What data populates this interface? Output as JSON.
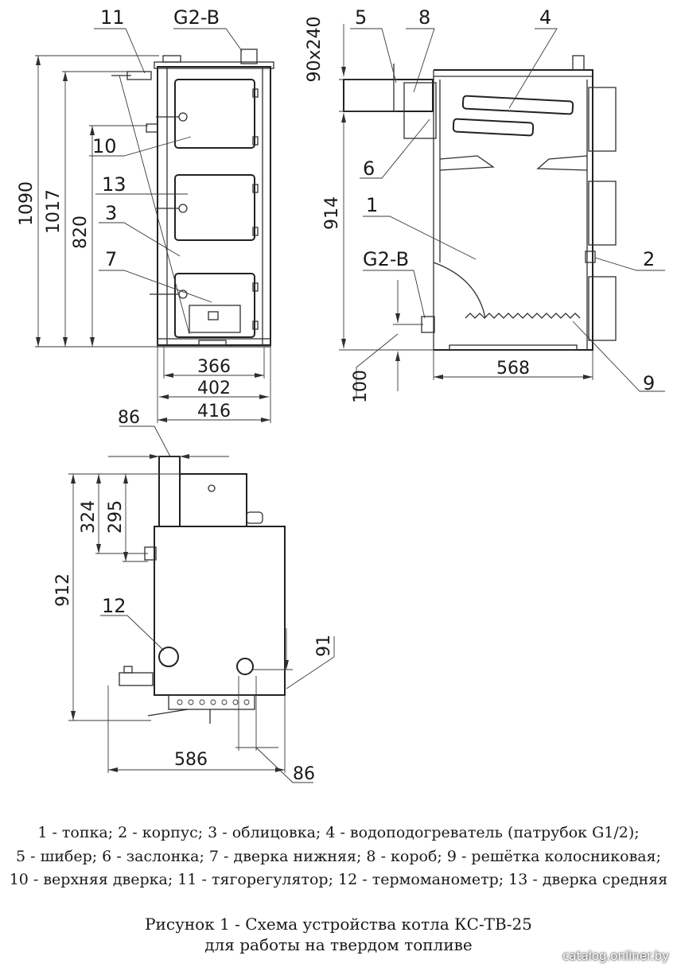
{
  "front_view": {
    "callouts": {
      "c11": "11",
      "g2b": "G2-B",
      "c10": "10",
      "c13": "13",
      "c3": "3",
      "c7": "7"
    },
    "dims": {
      "h1090": "1090",
      "h1017": "1017",
      "h820": "820",
      "w366": "366",
      "w402": "402",
      "w416": "416"
    }
  },
  "section_view": {
    "callouts": {
      "c5": "5",
      "c8": "8",
      "c4": "4",
      "c6": "6",
      "c1": "1",
      "g2b": "G2-B",
      "c2": "2",
      "c9": "9"
    },
    "dims": {
      "flue": "90x240",
      "h914": "914",
      "h100": "100",
      "w568": "568"
    }
  },
  "side_view": {
    "callouts": {
      "c12": "12"
    },
    "dims": {
      "w86top": "86",
      "h324": "324",
      "h295": "295",
      "h912": "912",
      "h91": "91",
      "w586": "586",
      "w86bot": "86"
    }
  },
  "legend_lines": [
    "1 - топка; 2 - корпус; 3 - облицовка; 4 - водоподогреватель (патрубок G1/2);",
    "5 - шибер; 6 - заслонка; 7 - дверка нижняя; 8 - короб; 9 - решётка колосниковая;",
    "10 - верхняя дверка; 11 - тягорегулятор; 12 - термоманометр; 13 - дверка средняя"
  ],
  "caption_lines": [
    "Рисунок 1 - Схема устройства котла КС-ТВ-25",
    "для работы на твердом топливе"
  ],
  "watermark": "catalog.onliner.by"
}
